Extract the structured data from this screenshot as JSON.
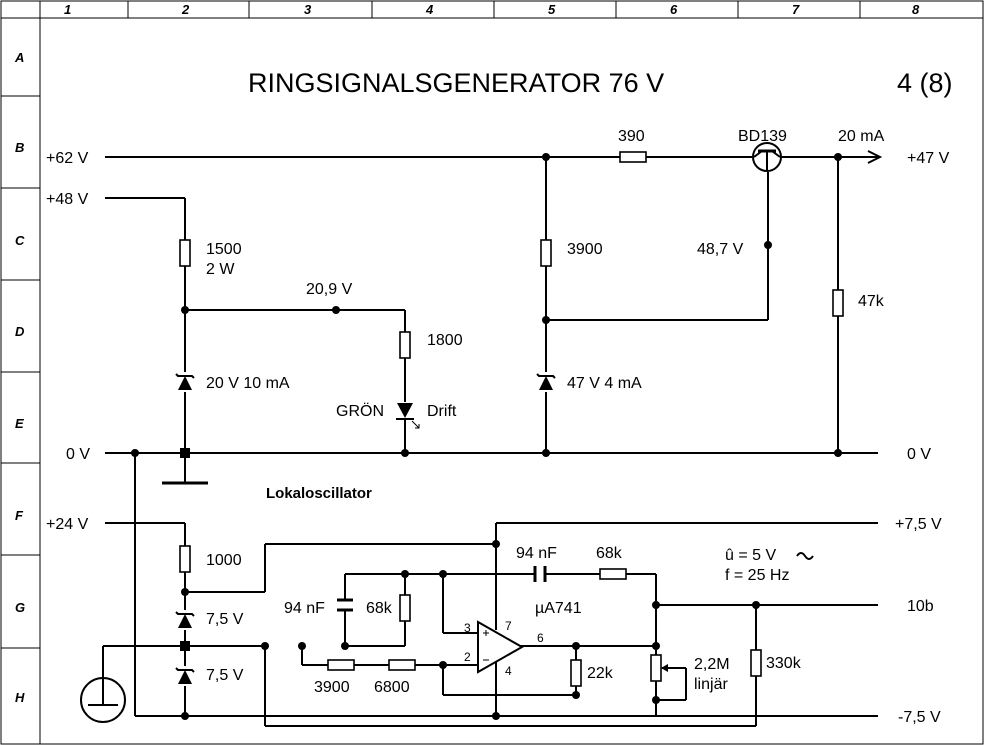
{
  "frame": {
    "columns": [
      "1",
      "2",
      "3",
      "4",
      "5",
      "6",
      "7",
      "8"
    ],
    "rows": [
      "A",
      "B",
      "C",
      "D",
      "E",
      "F",
      "G",
      "H"
    ]
  },
  "title": "RINGSIGNALSGENERATOR  76 V",
  "sheet": "4  (8)",
  "rails": {
    "v62": "+62 V",
    "v48": "+48 V",
    "v0_left": "0 V",
    "v0_right": "0 V",
    "v24": "+24 V",
    "out47": "+47 V",
    "out75p": "+7,5 V",
    "out10b": "10b",
    "out75n": "-7,5 V"
  },
  "components": {
    "r390": "390",
    "bd139": "BD139",
    "current20": "20 mA",
    "r1500": "1500",
    "r1500_power": "2 W",
    "node209": "20,9 V",
    "r1800": "1800",
    "z20": "20 V  10 mA",
    "led_color": "GRÖN",
    "led_label": "Drift",
    "r3900_top": "3900",
    "node487": "48,7 V",
    "r47k": "47k",
    "z47": "47 V  4 mA",
    "section": "Lokaloscillator",
    "r1000": "1000",
    "z75a": "7,5 V",
    "z75b": "7,5 V",
    "c94a": "94 nF",
    "r68k_a": "68k",
    "c94b": "94 nF",
    "r68k_b": "68k",
    "opamp": "µA741",
    "pin3": "3",
    "pin7": "7",
    "pin6": "6",
    "pin2": "2",
    "pin4": "4",
    "r3900_bot": "3900",
    "r6800": "6800",
    "r22k": "22k",
    "pot": "2,2M",
    "pot_type": "linjär",
    "r330k": "330k",
    "amplitude": "û = 5 V",
    "frequency": "f = 25 Hz"
  }
}
